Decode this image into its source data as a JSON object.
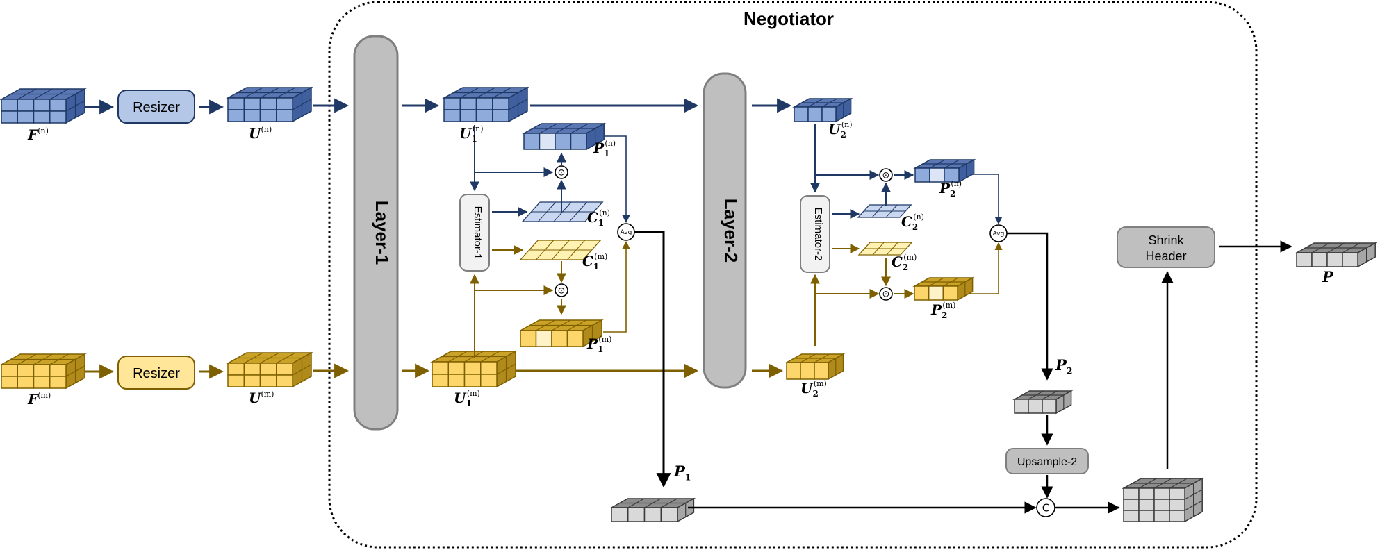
{
  "negotiator": {
    "title": "Negotiator"
  },
  "blocks": {
    "resizer_top": "Resizer",
    "resizer_bottom": "Resizer",
    "layer1": "Layer-1",
    "layer2": "Layer-2",
    "estimator1": "Estimator-1",
    "estimator2": "Estimator-2",
    "shrink_header_line1": "Shrink",
    "shrink_header_line2": "Header",
    "upsample": "Upsample-2"
  },
  "ops": {
    "avg": "Avg",
    "concat": "C",
    "hadamard": "⊙"
  },
  "labels": {
    "F": "F",
    "U": "U",
    "P": "P",
    "C": "C",
    "sup_n": "(n)",
    "sup_m": "(m)",
    "sub_1": "1",
    "sub_2": "2"
  },
  "colors": {
    "blue_fill": "#8fabdc",
    "blue_dark": "#1f3864",
    "blue_top": "#5a77b3",
    "gold_fill": "#fcd66b",
    "gold_dark": "#7f6000",
    "gold_top": "#c9a227",
    "gray_fill": "#d9d9d9",
    "gray_dark": "#3a3a3a",
    "gray_top": "#8c8c8c",
    "layer_gray": "#bfbfbf",
    "arrow_dark": "#000000"
  }
}
